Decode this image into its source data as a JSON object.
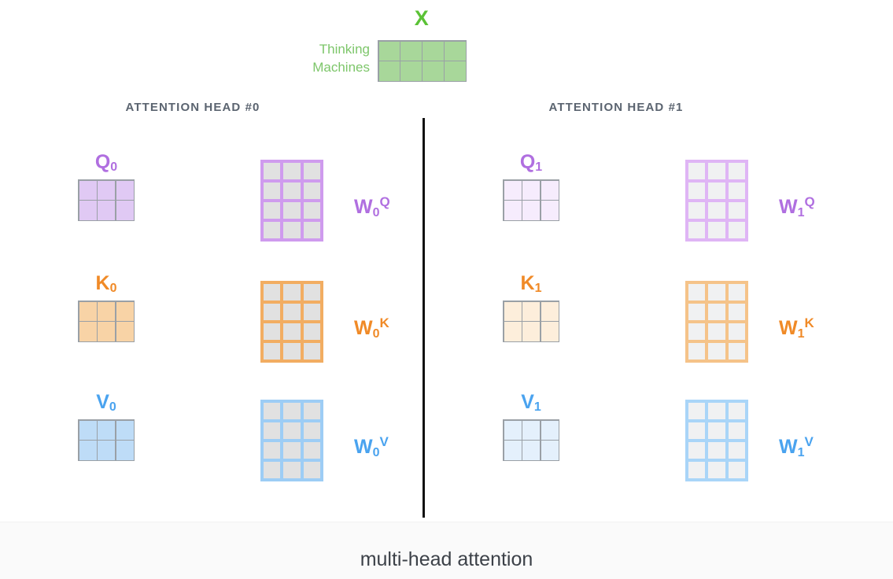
{
  "title": "multi-head attention",
  "input": {
    "label": "X",
    "rows": [
      "Thinking",
      "Machines"
    ],
    "grid": {
      "rows": 2,
      "cols": 4
    },
    "color": "#5bc236",
    "cell_color": "#a8d79a",
    "word_color": "#7dc66a"
  },
  "heads": [
    {
      "title": "ATTENTION HEAD #0",
      "index": "0",
      "rows": [
        {
          "name": "query",
          "matrix_label": "Q",
          "matrix_sub": "0",
          "weight_label": "W",
          "weight_sub": "0",
          "weight_sup": "Q",
          "color": "#b06fe0",
          "cell_color": "#e0c9f4",
          "border_color": "#cf9bee",
          "matrix_grid": {
            "rows": 2,
            "cols": 3
          },
          "weight_grid": {
            "rows": 4,
            "cols": 3
          }
        },
        {
          "name": "key",
          "matrix_label": "K",
          "matrix_sub": "0",
          "weight_label": "W",
          "weight_sub": "0",
          "weight_sup": "K",
          "color": "#f08a27",
          "cell_color": "#f8d3a6",
          "border_color": "#f2ad62",
          "matrix_grid": {
            "rows": 2,
            "cols": 3
          },
          "weight_grid": {
            "rows": 4,
            "cols": 3
          }
        },
        {
          "name": "value",
          "matrix_label": "V",
          "matrix_sub": "0",
          "weight_label": "W",
          "weight_sub": "0",
          "weight_sup": "V",
          "color": "#4aa3ef",
          "cell_color": "#bedcf7",
          "border_color": "#9dcdf5",
          "matrix_grid": {
            "rows": 2,
            "cols": 3
          },
          "weight_grid": {
            "rows": 4,
            "cols": 3
          }
        }
      ]
    },
    {
      "title": "ATTENTION HEAD #1",
      "index": "1",
      "rows": [
        {
          "name": "query",
          "matrix_label": "Q",
          "matrix_sub": "1",
          "weight_label": "W",
          "weight_sub": "1",
          "weight_sup": "Q",
          "color": "#b06fe0",
          "cell_color": "#f6ecfd",
          "border_color": "#dfb5f5",
          "matrix_grid": {
            "rows": 2,
            "cols": 3
          },
          "weight_grid": {
            "rows": 4,
            "cols": 3
          }
        },
        {
          "name": "key",
          "matrix_label": "K",
          "matrix_sub": "1",
          "weight_label": "W",
          "weight_sub": "1",
          "weight_sup": "K",
          "color": "#f08a27",
          "cell_color": "#fdeedb",
          "border_color": "#f5c389",
          "matrix_grid": {
            "rows": 2,
            "cols": 3
          },
          "weight_grid": {
            "rows": 4,
            "cols": 3
          }
        },
        {
          "name": "value",
          "matrix_label": "V",
          "matrix_sub": "1",
          "weight_label": "W",
          "weight_sub": "1",
          "weight_sup": "V",
          "color": "#4aa3ef",
          "cell_color": "#e4f0fc",
          "border_color": "#a9d5f8",
          "matrix_grid": {
            "rows": 2,
            "cols": 3
          },
          "weight_grid": {
            "rows": 4,
            "cols": 3
          }
        }
      ]
    }
  ]
}
